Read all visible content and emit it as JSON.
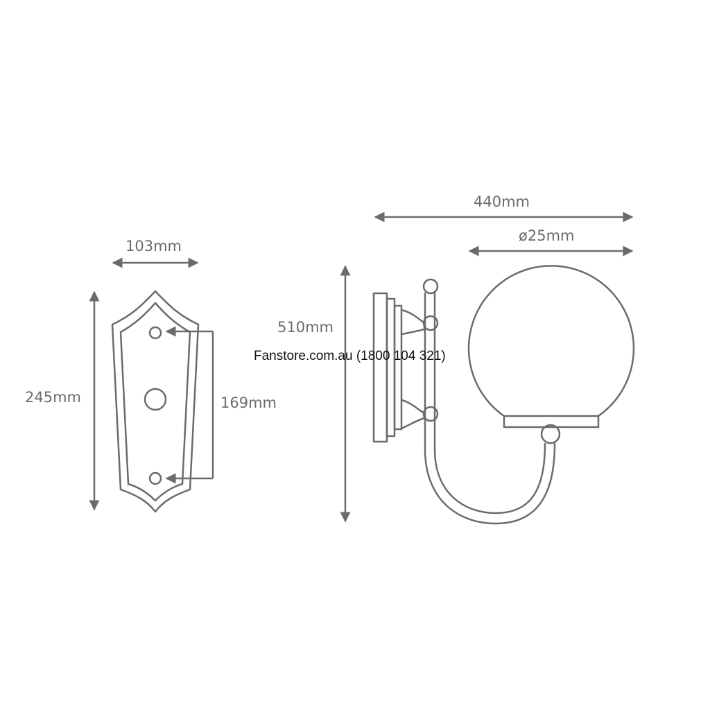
{
  "dimensions": {
    "backplate_width": "103mm",
    "backplate_height": "245mm",
    "mounting_hole_spacing": "169mm",
    "overall_projection": "440mm",
    "globe_diameter": "ø25mm",
    "overall_height": "510mm"
  },
  "watermark": "Fanstore.com.au (1800 104 321)",
  "colors": {
    "line": "#6b6b6b",
    "background": "#ffffff",
    "watermark_text": "#111111"
  }
}
